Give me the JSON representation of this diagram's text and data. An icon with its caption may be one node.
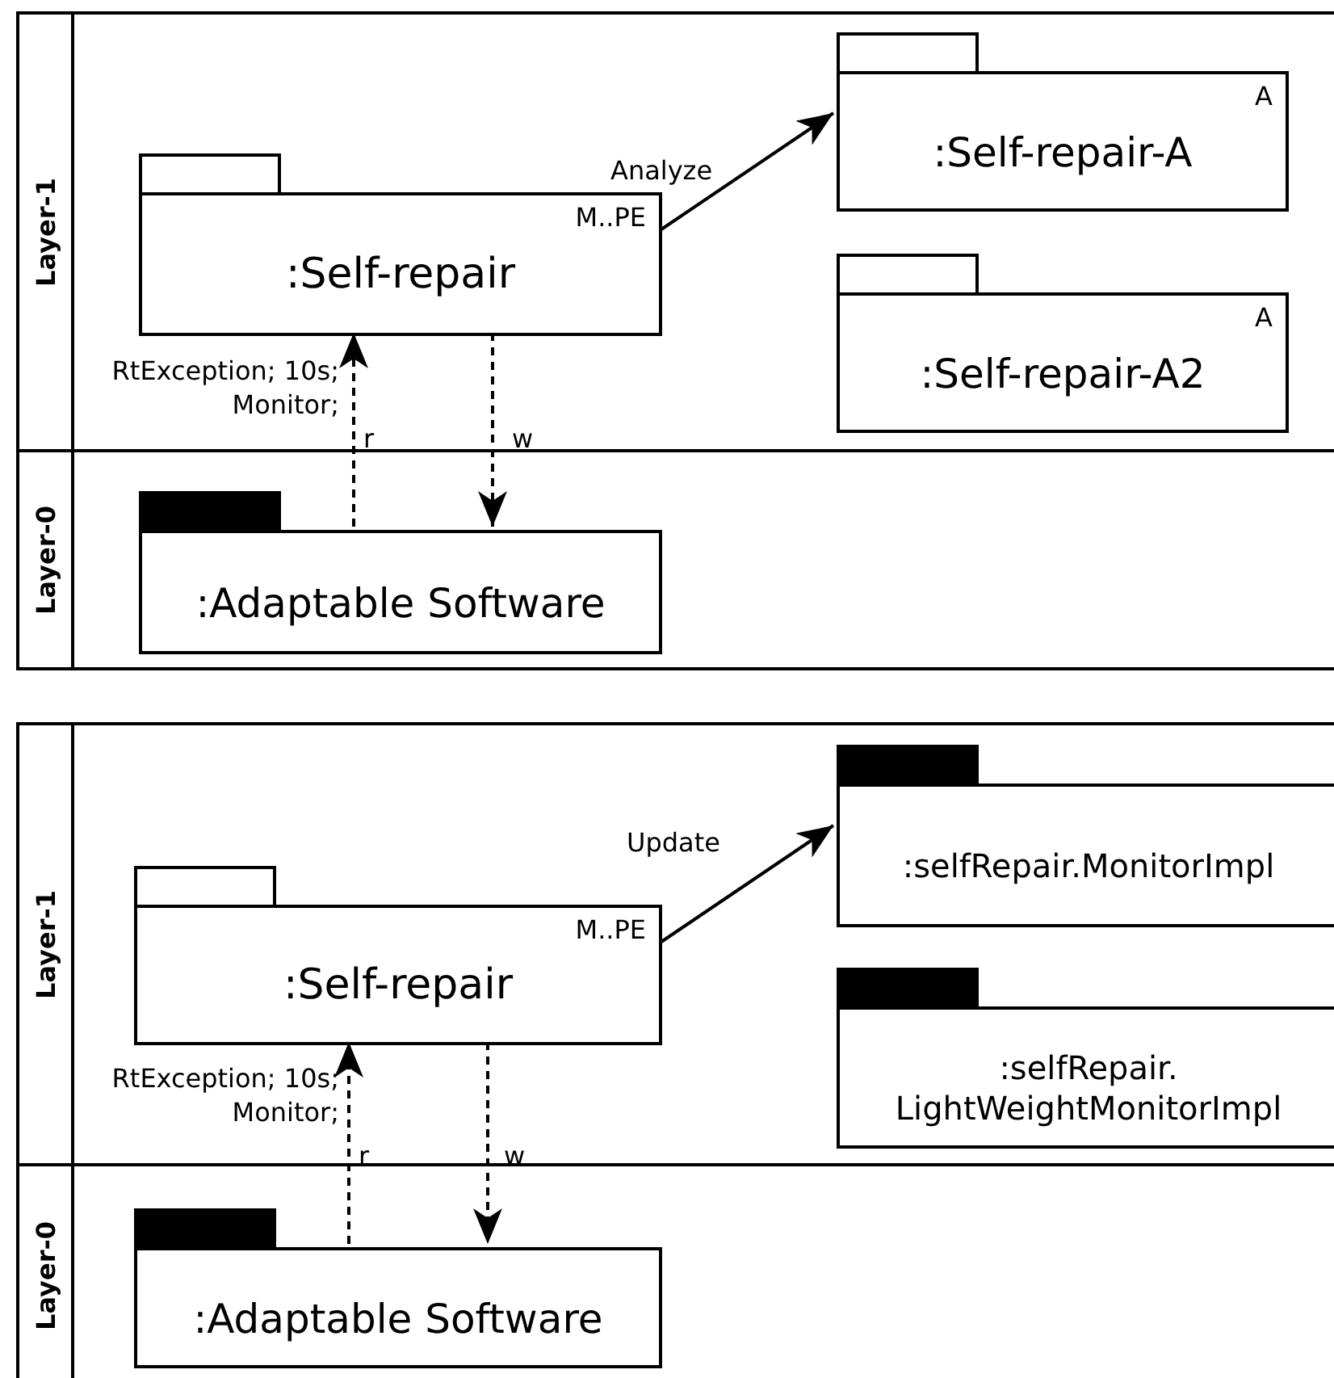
{
  "diagram": {
    "nodes": [
      {
        "text": [
          "Layer-1"
        ]
      },
      {
        "text": [
          ":Self-repair",
          "M..PE"
        ],
        "in": 0
      },
      {
        "text": [
          ":Self-repair-A",
          "A"
        ],
        "in": 0
      },
      {
        "text": [
          ":Self-repair-A2",
          "A"
        ],
        "in": 0
      },
      {
        "text": [
          "Layer-0"
        ]
      },
      {
        "text": [
          ":Adaptable Software"
        ],
        "in": 4
      },
      {
        "text": [
          "Layer-1"
        ]
      },
      {
        "text": [
          ":Self-repair",
          "M..PE"
        ],
        "in": 6
      },
      {
        "text": [
          ":selfRepair.MonitorImpl"
        ],
        "in": 6
      },
      {
        "text": [
          ":selfRepair. LightWeightMonitorImpl"
        ],
        "in": 6
      },
      {
        "text": [
          "Layer-0"
        ]
      },
      {
        "text": [
          ":Adaptable Software"
        ],
        "in": 10
      }
    ],
    "edges": [
      {
        "from": 1,
        "to": 2,
        "arrow": "to",
        "label": "Analyze"
      },
      {
        "from": 5,
        "to": 1,
        "arrow": "to",
        "label": "r",
        "style": "dashed"
      },
      {
        "from": 1,
        "to": 5,
        "arrow": "to",
        "label": "w",
        "style": "dashed"
      },
      {
        "from": 7,
        "to": 8,
        "arrow": "to",
        "label": "Update"
      },
      {
        "from": 11,
        "to": 7,
        "arrow": "to",
        "label": "r",
        "style": "dashed"
      },
      {
        "from": 7,
        "to": 11,
        "arrow": "to",
        "label": "w",
        "style": "dashed"
      }
    ],
    "labels": [
      "RtException; 10s; Monitor;",
      "RtException; 10s; Monitor;"
    ]
  }
}
